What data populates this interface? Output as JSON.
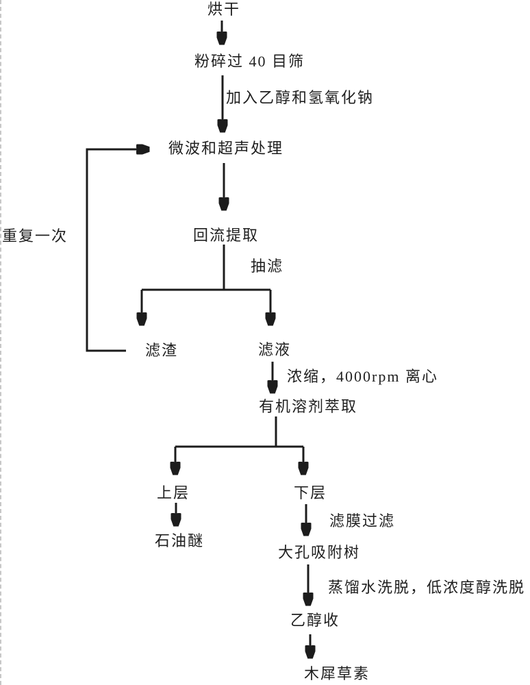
{
  "nodes": {
    "drying": "烘干",
    "crush": "粉碎过 40 目筛",
    "microwave": "微波和超声处理",
    "reflux": "回流提取",
    "residue": "滤渣",
    "filtrate": "滤液",
    "extraction": "有机溶剂萃取",
    "upper": "上层",
    "lower": "下层",
    "petroleum": "石油醚",
    "resin": "大孔吸附树",
    "ethanol": "乙醇收",
    "luteolin": "木犀草素"
  },
  "edge_labels": {
    "add_ethanol_naoh": "加入乙醇和氢氧化钠",
    "suction_filter": "抽滤",
    "repeat_once": "重复一次",
    "concentrate_centrifuge": "浓缩，4000rpm 离心",
    "membrane_filter": "滤膜过滤",
    "elution": "蒸馏水洗脱，低浓度醇洗脱"
  },
  "flow": [
    {
      "from": "烘干",
      "to": "粉碎过 40 目筛",
      "label": ""
    },
    {
      "from": "粉碎过 40 目筛",
      "to": "微波和超声处理",
      "label": "加入乙醇和氢氧化钠"
    },
    {
      "from": "微波和超声处理",
      "to": "回流提取",
      "label": ""
    },
    {
      "from": "回流提取",
      "to": "滤渣",
      "label": "抽滤"
    },
    {
      "from": "回流提取",
      "to": "滤液",
      "label": "抽滤"
    },
    {
      "from": "滤渣",
      "to": "微波和超声处理",
      "label": "重复一次"
    },
    {
      "from": "滤液",
      "to": "有机溶剂萃取",
      "label": "浓缩，4000rpm 离心"
    },
    {
      "from": "有机溶剂萃取",
      "to": "上层",
      "label": ""
    },
    {
      "from": "有机溶剂萃取",
      "to": "下层",
      "label": ""
    },
    {
      "from": "上层",
      "to": "石油醚",
      "label": ""
    },
    {
      "from": "下层",
      "to": "大孔吸附树",
      "label": "滤膜过滤"
    },
    {
      "from": "大孔吸附树",
      "to": "乙醇收",
      "label": "蒸馏水洗脱，低浓度醇洗脱"
    },
    {
      "from": "乙醇收",
      "to": "木犀草素",
      "label": ""
    }
  ],
  "colors": {
    "line": "#1c1c1c",
    "text": "#1f1f1f",
    "background": "#ffffff"
  }
}
